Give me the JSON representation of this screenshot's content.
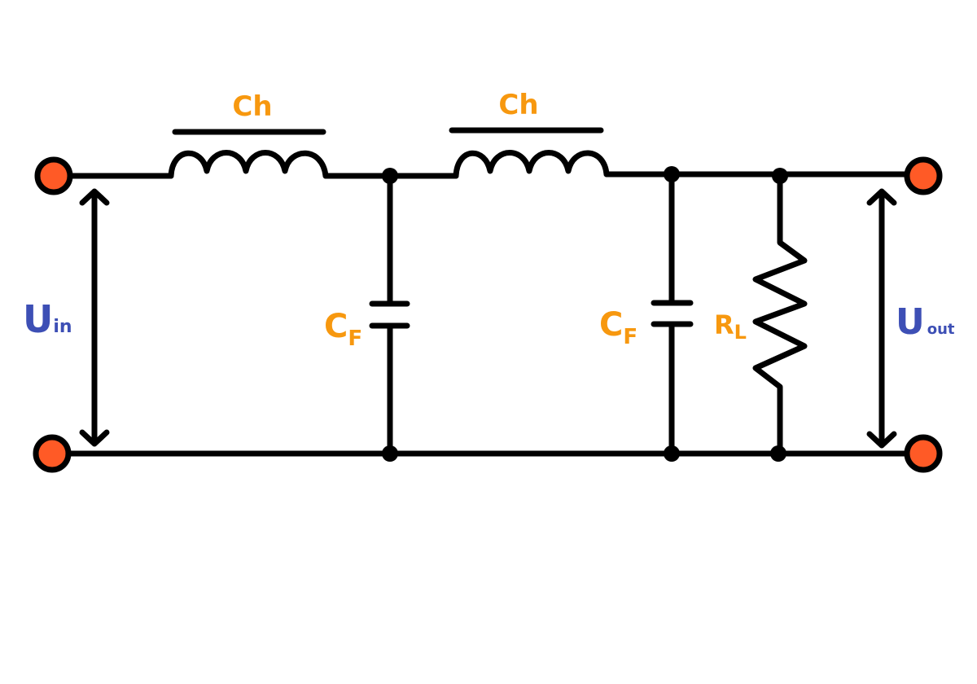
{
  "labels": {
    "inductor_1": "Ch",
    "inductor_2": "Ch",
    "capacitor_1": {
      "main": "C",
      "sub": "F"
    },
    "capacitor_2": {
      "main": "C",
      "sub": "F"
    },
    "resistor": {
      "main": "R",
      "sub": "L"
    },
    "input_voltage": {
      "main": "U",
      "sub": "in"
    },
    "output_voltage": {
      "main": "U",
      "sub": "out"
    }
  },
  "colors": {
    "wire": "#000000",
    "terminal_fill": "#FF5A26",
    "component_label": "#F7980F",
    "voltage_label": "#3D4FB5"
  }
}
